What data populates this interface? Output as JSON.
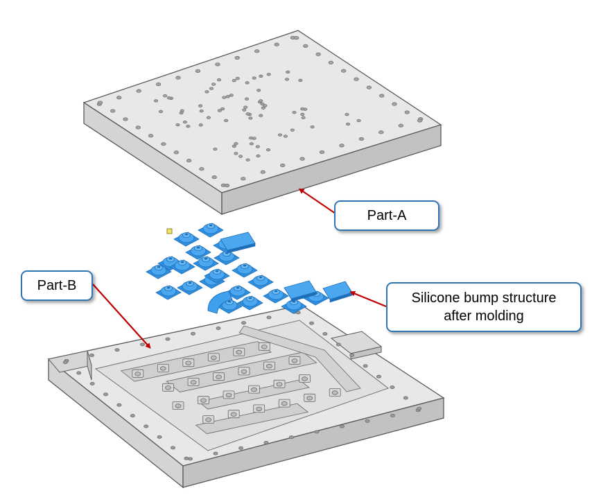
{
  "labels": {
    "part_a": "Part-A",
    "part_b": "Part-B",
    "silicone_line1": "Silicone bump structure",
    "silicone_line2": "after molding"
  },
  "colors": {
    "plate_top": "#e8e8e8",
    "plate_front": "#d4d4d4",
    "plate_side": "#c2c2c2",
    "edge": "#595959",
    "hole": "#9a9a9a",
    "silicone": "#3fa0ee",
    "silicone_dark": "#1f6fb8",
    "arrow": "#c00000",
    "callout_border": "#2e75b6"
  },
  "icons": {
    "marker": "small-yellow-marker-icon"
  }
}
